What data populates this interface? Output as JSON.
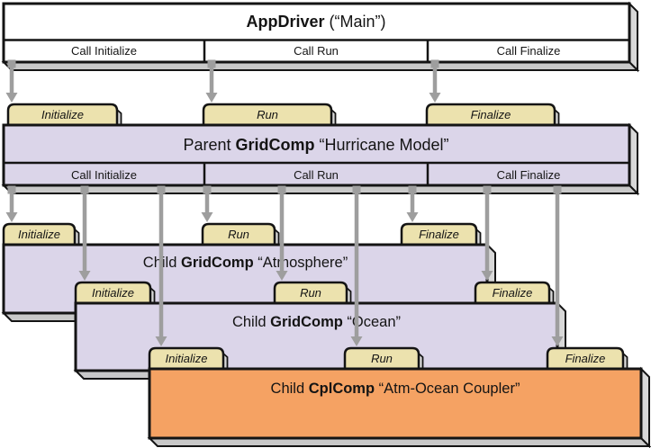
{
  "app_driver": {
    "title_bold": "AppDriver",
    "title_rest": " (“Main”)",
    "calls": [
      "Call Initialize",
      "Call Run",
      "Call Finalize"
    ]
  },
  "parent": {
    "title_prefix": "Parent ",
    "title_bold": "GridComp",
    "title_rest": " “Hurricane Model”",
    "calls": [
      "Call Initialize",
      "Call Run",
      "Call Finalize"
    ],
    "tabs": [
      "Initialize",
      "Run",
      "Finalize"
    ]
  },
  "atmosphere": {
    "title_prefix": "Child ",
    "title_bold": "GridComp",
    "title_rest": " “Atmosphere”",
    "tabs": [
      "Initialize",
      "Run",
      "Finalize"
    ]
  },
  "ocean": {
    "title_prefix": "Child ",
    "title_bold": "GridComp",
    "title_rest": " “Ocean”",
    "tabs": [
      "Initialize",
      "Run",
      "Finalize"
    ]
  },
  "coupler": {
    "title_prefix": "Child ",
    "title_bold": "CplComp",
    "title_rest": " “Atm-Ocean Coupler”",
    "tabs": [
      "Initialize",
      "Run",
      "Finalize"
    ]
  },
  "colors": {
    "outline": "#141414",
    "appdriver_fill": "#ffffff",
    "gridcomp_fill": "#dbd5e9",
    "cplcomp_fill": "#f5a263",
    "tab_fill": "#ece2ae",
    "tab_side": "#d9d9d9",
    "side_right": "#d8d8d8",
    "side_bottom": "#c9c9c9",
    "arrow": "#9e9e9e"
  }
}
